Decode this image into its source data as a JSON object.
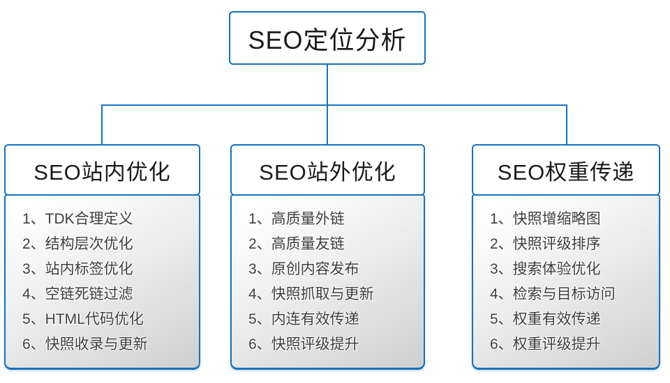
{
  "accent_color": "#1472bd",
  "diagram": {
    "root": {
      "title": "SEO定位分析"
    },
    "columns": [
      {
        "title": "SEO站内优化",
        "items": [
          "1、TDK合理定义",
          "2、结构层次优化",
          "3、站内标签优化",
          "4、空链死链过滤",
          "5、HTML代码优化",
          "6、快照收录与更新"
        ]
      },
      {
        "title": "SEO站外优化",
        "items": [
          "1、高质量外链",
          "2、高质量友链",
          "3、原创内容发布",
          "4、快照抓取与更新",
          "5、内连有效传递",
          "6、快照评级提升"
        ]
      },
      {
        "title": "SEO权重传递",
        "items": [
          "1、快照增缩略图",
          "2、快照评级排序",
          "3、搜索体验优化",
          "4、检索与目标访问",
          "5、权重有效传递",
          "6、权重评级提升"
        ]
      }
    ]
  }
}
